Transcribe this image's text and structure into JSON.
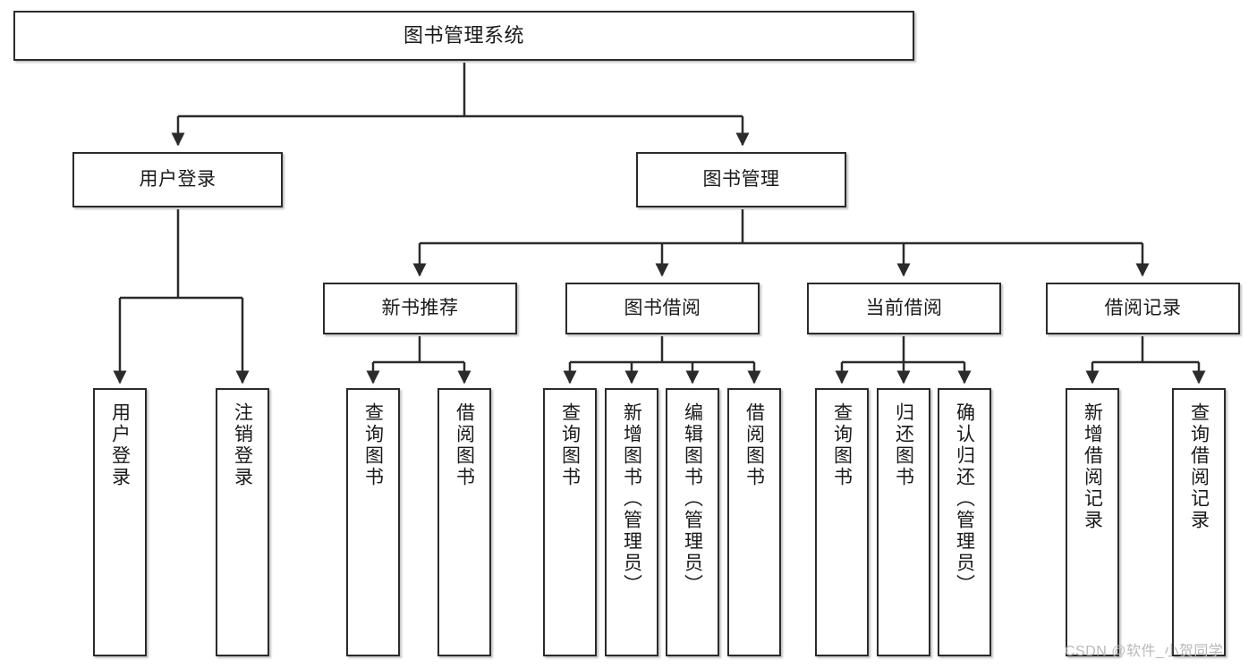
{
  "diagram": {
    "type": "tree",
    "title": "图书管理系统",
    "root": {
      "label": "图书管理系统"
    },
    "level1": [
      {
        "label": "用户登录"
      },
      {
        "label": "图书管理"
      }
    ],
    "level2": [
      {
        "label": "新书推荐"
      },
      {
        "label": "图书借阅"
      },
      {
        "label": "当前借阅"
      },
      {
        "label": "借阅记录"
      }
    ],
    "leaves": {
      "user_login": [
        {
          "label": "用户登录"
        },
        {
          "label": "注销登录"
        }
      ],
      "new_book_recommend": [
        {
          "label": "查询图书"
        },
        {
          "label": "借阅图书"
        }
      ],
      "book_borrow": [
        {
          "label": "查询图书"
        },
        {
          "label": "新增图书（管理员）"
        },
        {
          "label": "编辑图书（管理员）"
        },
        {
          "label": "借阅图书"
        }
      ],
      "current_borrow": [
        {
          "label": "查询图书"
        },
        {
          "label": "归还图书"
        },
        {
          "label": "确认归还（管理员）"
        }
      ],
      "borrow_record": [
        {
          "label": "新增借阅记录"
        },
        {
          "label": "查询借阅记录"
        }
      ]
    }
  },
  "watermark": {
    "text": "CSDN @软件_小贺同学"
  },
  "colors": {
    "background": "#ffffff",
    "box_border": "#2b2b2b",
    "box_fill": "#ffffff",
    "connector": "#2b2b2b",
    "text": "#1a1a1a",
    "watermark": "#b9b9b9"
  }
}
